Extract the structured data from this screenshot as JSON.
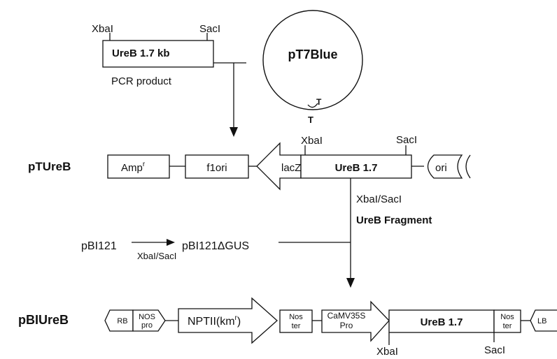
{
  "colors": {
    "ink": "#111111",
    "background": "#ffffff"
  },
  "pcr": {
    "site_left": "XbaI",
    "site_right": "SacI",
    "insert": "UreB  1.7 kb",
    "caption": "PCR product"
  },
  "vector": {
    "name": "pT7Blue",
    "overhang_top": "T",
    "overhang_bottom": "T"
  },
  "ptureb": {
    "name": "pTUreB",
    "amp": "Amp",
    "amp_sup": "r",
    "f1ori": "f1ori",
    "lacz": "lacZ",
    "ureb": "UreB  1.7",
    "ori": "ori",
    "site_xbai": "XbaI",
    "site_saci": "SacI"
  },
  "step_digest": {
    "enzymes": "XbaI/SacI",
    "fragment": "UreB Fragment"
  },
  "pbi121": {
    "start": "pBI121",
    "enzymes": "XbaI/SacI",
    "product": "pBI121ΔGUS"
  },
  "pbiureb": {
    "name": "pBIUreB",
    "rb": "RB",
    "nos_pro_1": "NOS",
    "nos_pro_2": "pro",
    "nptii": "NPTII(km",
    "nptii_sup": "r",
    "nptii_close": ")",
    "noster1_1": "Nos",
    "noster1_2": "ter",
    "camv_1": "CaMV35S",
    "camv_2": "Pro",
    "ureb": "UreB  1.7",
    "noster2_1": "Nos",
    "noster2_2": "ter",
    "lb": "LB",
    "site_xbai": "XbaI",
    "site_saci": "SacI"
  }
}
